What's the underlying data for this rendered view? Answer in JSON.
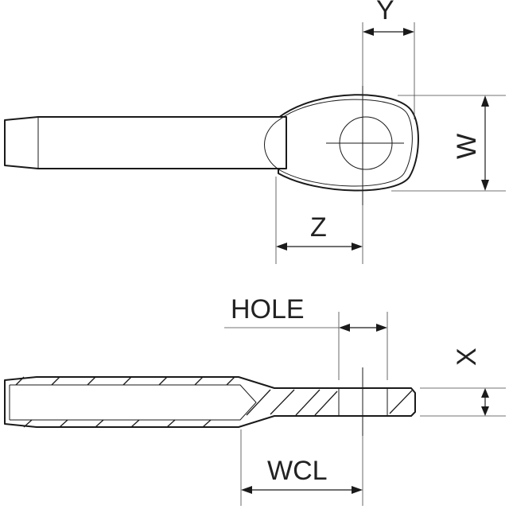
{
  "labels": {
    "y": "Y",
    "w": "W",
    "z": "Z",
    "hole": "HOLE",
    "x": "X",
    "wcl": "WCL"
  }
}
